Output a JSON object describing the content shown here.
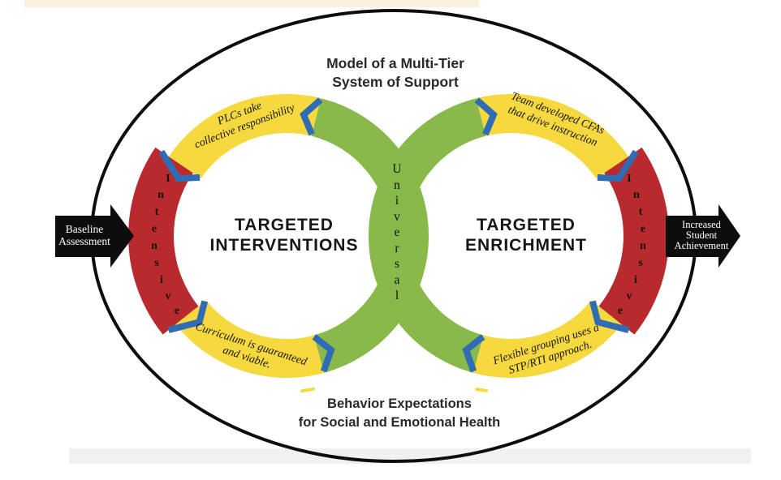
{
  "title": {
    "line1": "Model of a Multi-Tier",
    "line2": "System of Support"
  },
  "footer": {
    "line1": "Behavior Expectations",
    "line2": "for Social and Emotional Health"
  },
  "arrows": {
    "left": {
      "line1": "Baseline",
      "line2": "Assessment"
    },
    "right": {
      "line1": "Increased",
      "line2": "Student",
      "line3": "Achievement"
    }
  },
  "left_circle": {
    "title_line1": "TARGETED",
    "title_line2": "INTERVENTIONS",
    "top_arc": {
      "line1": "PLCs take",
      "line2": "collective responsibility"
    },
    "bottom_arc": {
      "line1": "Curriculum is guaranteed",
      "line2": "and viable."
    }
  },
  "right_circle": {
    "title_line1": "TARGETED",
    "title_line2": "ENRICHMENT",
    "top_arc": {
      "line1": "Team developed CFAs",
      "line2": "that drive instruction"
    },
    "bottom_arc": {
      "line1": "Flexible grouping uses a",
      "line2": "STP/RTI approach."
    }
  },
  "vertical_words": {
    "universal": {
      "word": "Universal",
      "letters": [
        "U",
        "n",
        "i",
        "v",
        "e",
        "r",
        "s",
        "a",
        "l"
      ]
    },
    "intensive_left": {
      "word": "Intensive",
      "letters": [
        "I",
        "n",
        "t",
        "e",
        "n",
        "s",
        "i",
        "v",
        "e"
      ]
    },
    "intensive_right": {
      "word": "Intensive",
      "letters": [
        "I",
        "n",
        "t",
        "e",
        "n",
        "s",
        "i",
        "v",
        "e"
      ]
    }
  },
  "colors": {
    "yellow": "#F5D93F",
    "red": "#B82A2E",
    "green": "#89B94A",
    "blue": "#2F6CB3",
    "outline_black": "#0D0D0D",
    "top_strip": "#FAF2DE",
    "bottom_strip": "#F2F1EF"
  }
}
